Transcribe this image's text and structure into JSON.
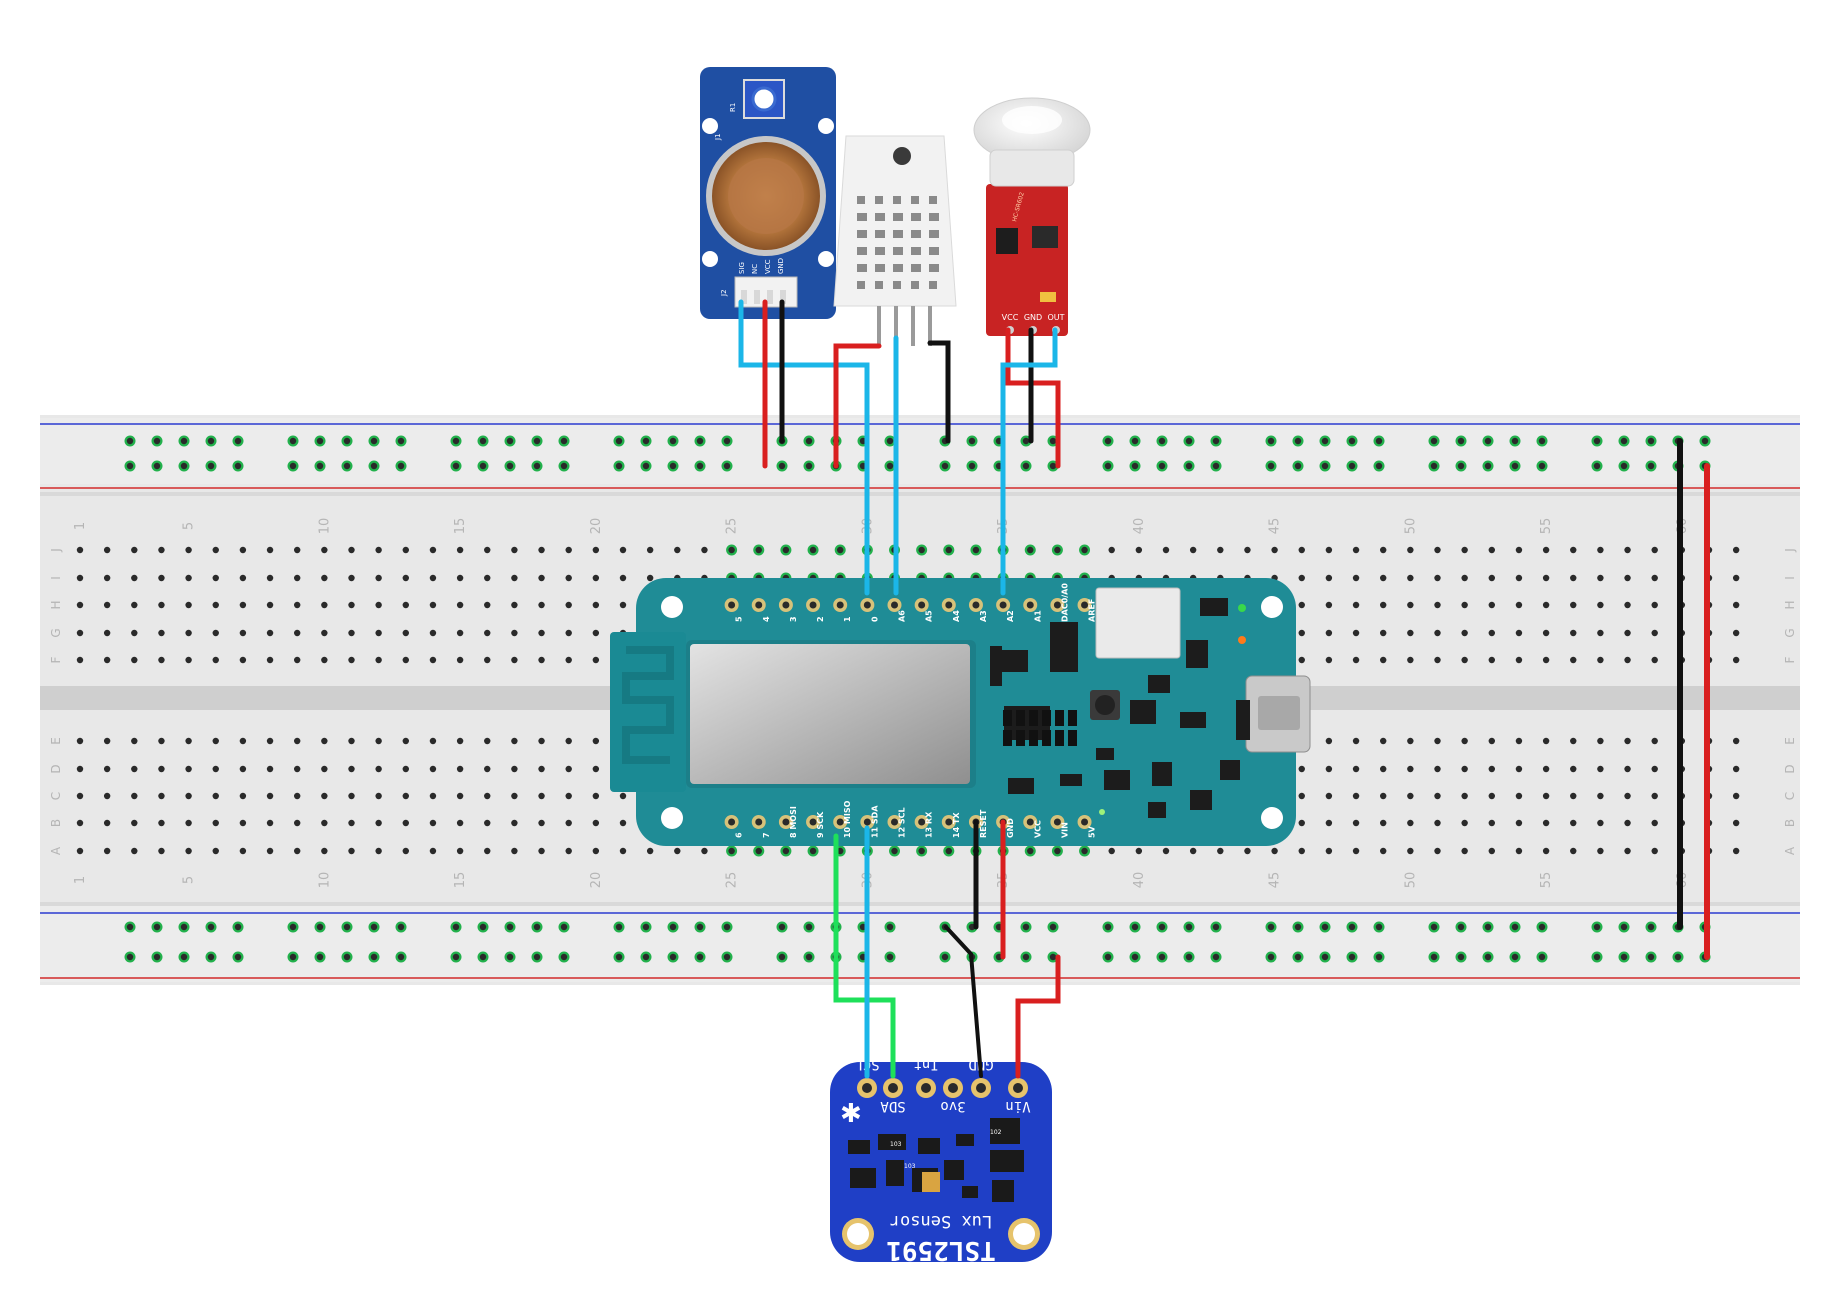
{
  "breadboard": {
    "col_numbers": [
      "1",
      "5",
      "10",
      "15",
      "20",
      "25",
      "30",
      "35",
      "40",
      "45",
      "50",
      "55",
      "60"
    ],
    "row_letters_top": [
      "J",
      "I",
      "H",
      "G",
      "F"
    ],
    "row_letters_bottom": [
      "E",
      "D",
      "C",
      "B",
      "A"
    ],
    "rail_colors": {
      "blue": "#2b3bd0",
      "red": "#d22a2a"
    },
    "hole_contact_color": "#22b14c"
  },
  "mq_sensor": {
    "silk_r1": "R1",
    "silk_j1": "J1",
    "silk_j2": "J2",
    "pins": [
      "SIG",
      "NC",
      "VCC",
      "GND"
    ]
  },
  "pir_sensor": {
    "pins": [
      "VCC",
      "GND",
      "OUT"
    ],
    "silk_ic": "HC-SR602"
  },
  "arduino_mkr": {
    "top_pins": [
      "5",
      "4",
      "3",
      "2",
      "1",
      "0",
      "A6",
      "A5",
      "A4",
      "A3",
      "A2",
      "A1",
      "DAC0/A0",
      "AREF"
    ],
    "bottom_pins": [
      "6",
      "7",
      "8 MOSI",
      "9 SCK",
      "10 MISO",
      "11 SDA",
      "12 SCL",
      "13 RX",
      "14 TX",
      "RESET",
      "GND",
      "VCC",
      "VIN",
      "5V"
    ]
  },
  "tsl2591": {
    "title": "TSL2591",
    "subtitle": "Lux Sensor",
    "pins_top": [
      "SCL",
      "Int",
      "GND"
    ],
    "pins_bottom": [
      "SDA",
      "3vo",
      "Vin"
    ],
    "parts": [
      "103",
      "103",
      "102"
    ]
  },
  "wire_colors": {
    "red": "#d91f1f",
    "black": "#111111",
    "cyan": "#1bb6e8",
    "green": "#1ee05a"
  }
}
